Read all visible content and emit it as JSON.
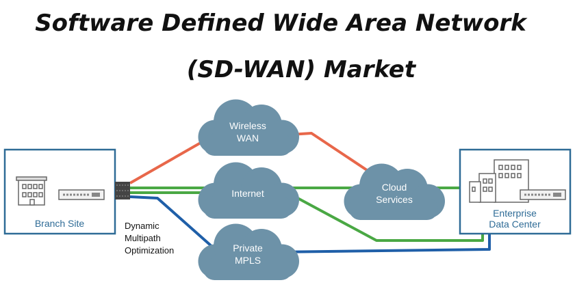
{
  "title": {
    "line1": "Software Defined Wide Area Network",
    "line2": "(SD-WAN) Market"
  },
  "sites": {
    "branch": "Branch Site",
    "enterprise_line1": "Enterprise",
    "enterprise_line2": "Data Center"
  },
  "clouds": {
    "wireless_line1": "Wireless",
    "wireless_line2": "WAN",
    "internet": "Internet",
    "cloud_line1": "Cloud",
    "cloud_line2": "Services",
    "mpls_line1": "Private",
    "mpls_line2": "MPLS"
  },
  "annotation": {
    "line1": "Dynamic",
    "line2": "Multipath",
    "line3": "Optimization"
  },
  "colors": {
    "wireless_link": "#e8674a",
    "internet_link": "#4aa844",
    "mpls_link": "#1f5fa8",
    "cloud_fill": "#6d92a8",
    "site_border": "#2e6b96",
    "site_label": "#2e6b96"
  }
}
